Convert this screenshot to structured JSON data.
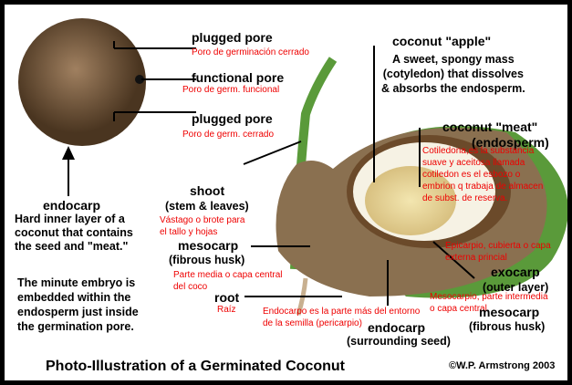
{
  "title": "Photo-Illustration of a Germinated Coconut",
  "copyright": "©W.P. Armstrong 2003",
  "labels": {
    "plugged_pore_1": "plugged pore",
    "plugged_pore_1_es": "Poro de germinación cerrado",
    "functional_pore": "functional pore",
    "functional_pore_es": "Poro de germ. funcional",
    "plugged_pore_2": "plugged pore",
    "plugged_pore_2_es": "Poro de germ. cerrado",
    "endocarp_top": "endocarp",
    "endocarp_top_desc1": "Hard inner layer of a",
    "endocarp_top_desc2": "coconut that contains",
    "endocarp_top_desc3": "the seed and \"meat.\"",
    "embryo1": "The minute embryo is",
    "embryo2": "embedded within the",
    "embryo3": "endosperm just inside",
    "embryo4": "the germination pore.",
    "apple": "coconut \"apple\"",
    "apple_desc1": "A sweet, spongy mass",
    "apple_desc2": "(cotyledon) that dissolves",
    "apple_desc3": "& absorbs the endosperm.",
    "meat": "coconut \"meat\"",
    "meat_sub": "(endosperm)",
    "meat_es1": "Cotiledona,es la substancia",
    "meat_es2": "suave y aceitosa llamada",
    "meat_es3": "cotiledon es el esbozo o",
    "meat_es4": "embrion q trabaja de almacen",
    "meat_es5": "de subst. de reserva.",
    "shoot": "shoot",
    "shoot_sub": "(stem & leaves)",
    "shoot_es1": "Vástago o brote para",
    "shoot_es2": "el tallo y hojas",
    "mesocarp_left": "mesocarp",
    "mesocarp_left_sub": "(fibrous husk)",
    "mesocarp_left_es1": "Parte media o capa central",
    "mesocarp_left_es2": "del coco",
    "root": "root",
    "root_es": "Raíz",
    "endocarp_es1": "Endocarpo es la parte más del entorno",
    "endocarp_es2": "de la semilla (pericarpio)",
    "endocarp_bottom": "endocarp",
    "endocarp_bottom_sub": "(surrounding seed)",
    "exocarp_es1": "Epicarpio, cubierta o capa",
    "exocarp_es2": "externa princial",
    "exocarp": "exocarp",
    "exocarp_sub": "(outer layer)",
    "mesocarp_right_es1": "Mesocarpio, parte intermedia",
    "mesocarp_right_es2": "o capa central",
    "mesocarp_right": "mesocarp",
    "mesocarp_right_sub": "(fibrous husk)"
  },
  "colors": {
    "husk": "#8a7050",
    "exocarp": "#5a9a3a",
    "meat": "#f4f0e0",
    "apple": "#e6d59a",
    "shell": "#6b4a2a",
    "spanish": "#e00000"
  }
}
